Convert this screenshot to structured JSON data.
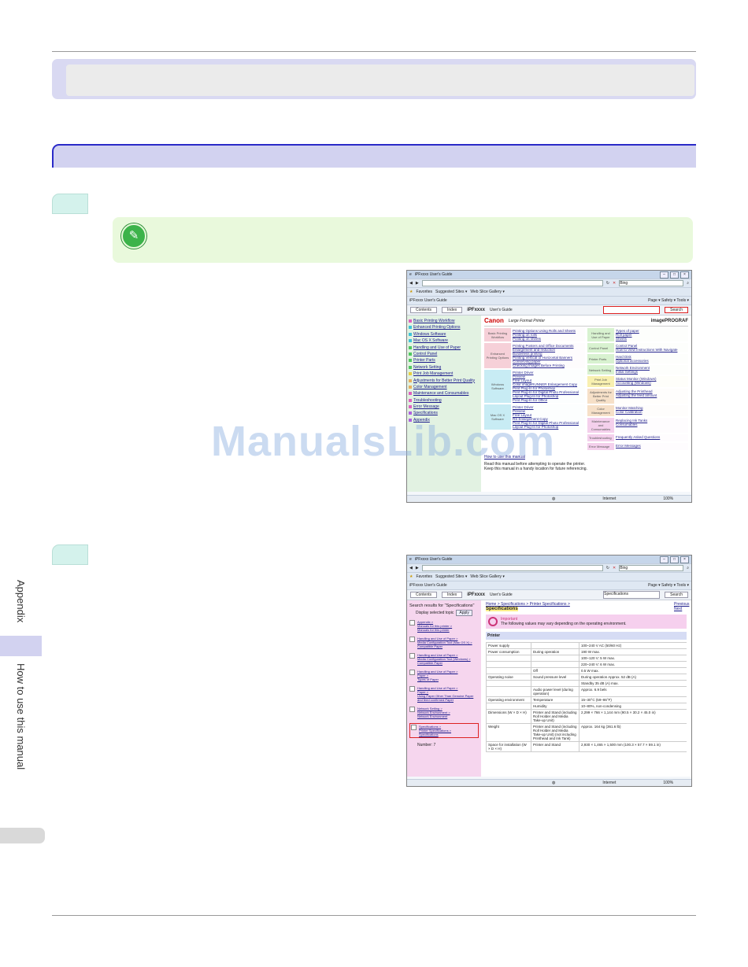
{
  "side": {
    "tab_primary": "Appendix",
    "tab_secondary": "How to use this manual"
  },
  "watermark": "ManualsLib.com",
  "shot1": {
    "window_title": "iPFxxxx User's Guide",
    "address": "",
    "search_engine": "Bing",
    "favorites": "Favorites",
    "suggested_sites": "Suggested Sites ▾",
    "web_slice": "Web Slice Gallery ▾",
    "page_tab": "iPFxxxx User's Guide",
    "toolbar_right": "Page ▾  Safety ▾  Tools ▾",
    "nav_tab_contents": "Contents",
    "nav_tab_index": "Index",
    "header_model": "iPFxxxx",
    "header_guide": "User's Guide",
    "search_button": "Search",
    "brand": "Canon",
    "brand_sub": "Large Format Printer",
    "brand_right": "imagePROGRAF",
    "toc": [
      "Basic Printing Workflow",
      "Enhanced Printing Options",
      "Windows Software",
      "Mac OS X Software",
      "Handling and Use of Paper",
      "Control Panel",
      "Printer Parts",
      "Network Setting",
      "Print Job Management",
      "Adjustments for Better Print Quality",
      "Color Management",
      "Maintenance and Consumables",
      "Troubleshooting",
      "Error Message",
      "Specifications",
      "Appendix"
    ],
    "categories_left": [
      {
        "label": "Basic Printing Workflow",
        "items": [
          "Printing Options Using Rolls and Sheets",
          "Printing on rolls",
          "Printing on sheets"
        ]
      },
      {
        "label": "Enhanced Printing Options",
        "items": [
          "Printing Posters and Office Documents",
          "Enlargement and reduction",
          "Borderless printing",
          "Printing Vertical or Horizontal Banners",
          "Conserving paper",
          "Checking Images Before Printing"
        ]
      },
      {
        "label": "Windows Software",
        "items": [
          "Printer Driver",
          "Preview",
          "Free Layout",
          "Color imageRUNNER Enlargement Copy",
          "Print Plug-In for Photoshop",
          "Print Plug-In for Digital Photo Professional",
          "Layout Plug-In for Photoshop",
          "Print Plug-In for Office"
        ]
      },
      {
        "label": "Mac OS X Software",
        "items": [
          "Printer Driver",
          "Preview",
          "Free Layout",
          "RS Enlargement Copy",
          "Print Plug-In for Digital Photo Professional",
          "Layout Plug-In for Photoshop"
        ]
      }
    ],
    "categories_right": [
      {
        "label": "Handling and Use of Paper",
        "items": [
          "Types of paper",
          "Roll paper",
          "Sheets"
        ]
      },
      {
        "label": "Control Panel",
        "items": [
          "Control Panel",
          "How to View Instructions With Navigate"
        ]
      },
      {
        "label": "Printer Parts",
        "items": [
          "Hard Disk",
          "Optional accessories"
        ]
      },
      {
        "label": "Network Setting",
        "items": [
          "Network Environment",
          "Initial Settings"
        ]
      },
      {
        "label": "Print Job Management",
        "items": [
          "Status Monitor (Windows)",
          "Accounting (Windows)"
        ]
      },
      {
        "label": "Adjustments for Better Print Quality",
        "items": [
          "Adjusting the Printhead",
          "Adjusting the feed amount"
        ]
      },
      {
        "label": "Color Management",
        "items": [
          "Monitor Matching",
          "Color Calibration"
        ]
      },
      {
        "label": "Maintenance and Consumables",
        "items": [
          "Replacing Ink Tanks",
          "Consumables"
        ]
      },
      {
        "label": "Troubleshooting",
        "items": [
          "Frequently Asked Questions"
        ]
      },
      {
        "label": "Error Message",
        "items": [
          "Error Messages"
        ]
      }
    ],
    "how_to_use": "How to use this manual",
    "footer_1": "Read this manual before attempting to operate the printer.",
    "footer_2": "Keep this manual in a handy location for future referencing.",
    "status_zone": "Internet",
    "status_zoom": "100%"
  },
  "shot2": {
    "window_title": "iPFxxxx User's Guide",
    "search_engine": "Bing",
    "favorites": "Favorites",
    "suggested_sites": "Suggested Sites ▾",
    "web_slice": "Web Slice Gallery ▾",
    "page_tab": "iPFxxxx User's Guide",
    "toolbar_right": "Page ▾  Safety ▾  Tools ▾",
    "nav_tab_contents": "Contents",
    "nav_tab_index": "Index",
    "header_model": "iPFxxxx",
    "header_guide": "User's Guide",
    "search_value": "Specifications",
    "search_button": "Search",
    "results_heading": "Search results for \"Specifications\"",
    "display_selected": "Display selected topic",
    "apply_button": "Apply",
    "results": [
      [
        "Appendix >",
        "Manuals for this printer >",
        "Manuals for this printer"
      ],
      [
        "Handling and Use of Paper >",
        "Media Configuration Tool (Mac OS X) >",
        "Compatible Paper"
      ],
      [
        "Handling and Use of Paper >",
        "Media Configuration Tool (Windows) >",
        "Compatible Paper"
      ],
      [
        "Handling and Use of Paper >",
        "Paper >",
        "Types of Paper"
      ],
      [
        "Handling and Use of Paper >",
        "Paper >",
        "Using Paper Other Than Genuine Paper and feed confirmed Paper"
      ],
      [
        "Network Setting >",
        "Network Environment >",
        "Network Environment"
      ],
      [
        "Specifications >",
        "Printer Specifications >",
        "Specifications"
      ]
    ],
    "results_more": "Number: 7",
    "breadcrumb": "Home > Specifications > Printer Specifications >",
    "page_heading": "Specifications",
    "prev_next": "Previous Next",
    "important_label": "Important",
    "important_text": "The following values may vary depending on the operating environment.",
    "table_heading": "Printer",
    "table": [
      [
        "Power supply",
        "",
        "100–240 V AC (50/60 Hz)"
      ],
      [
        "Power consumption",
        "During operation",
        "190 W max."
      ],
      [
        "",
        "",
        "100–120 V: 5 W max."
      ],
      [
        "",
        "",
        "220–240 V: 6 W max."
      ],
      [
        "",
        "Off",
        "0.5 W max."
      ],
      [
        "Operating noise",
        "Sound pressure level",
        "During operation  Approx. 52 dB (A)"
      ],
      [
        "",
        "",
        "Standby  35 dB (A) max."
      ],
      [
        "",
        "Audio power level (during operation)",
        "Approx. 6.9 bels"
      ],
      [
        "Operating environment",
        "Temperature",
        "15–30°C (59–86°F)"
      ],
      [
        "",
        "Humidity",
        "10–80%, non-condensing"
      ],
      [
        "Dimensions (W × D × H)",
        "Printer and Stand (including Roll Holder and Media Take-up Unit)",
        "2,299 × 766 × 1,144 mm (90.5 × 30.2 × 45.0 in)"
      ],
      [
        "Weight",
        "Printer and Stand (including Roll Holder and Media Take-up Unit) (not including Printhead and Ink Tank)",
        "Approx. 164 kg (361.6 lb)"
      ],
      [
        "Space for installation (W × D × H)",
        "Printer and Stand",
        "2,930 × 1,465 × 1,500 mm (100.3 × 57.7 × 59.1 in)"
      ]
    ],
    "status_zone": "Internet",
    "status_zoom": "100%"
  }
}
